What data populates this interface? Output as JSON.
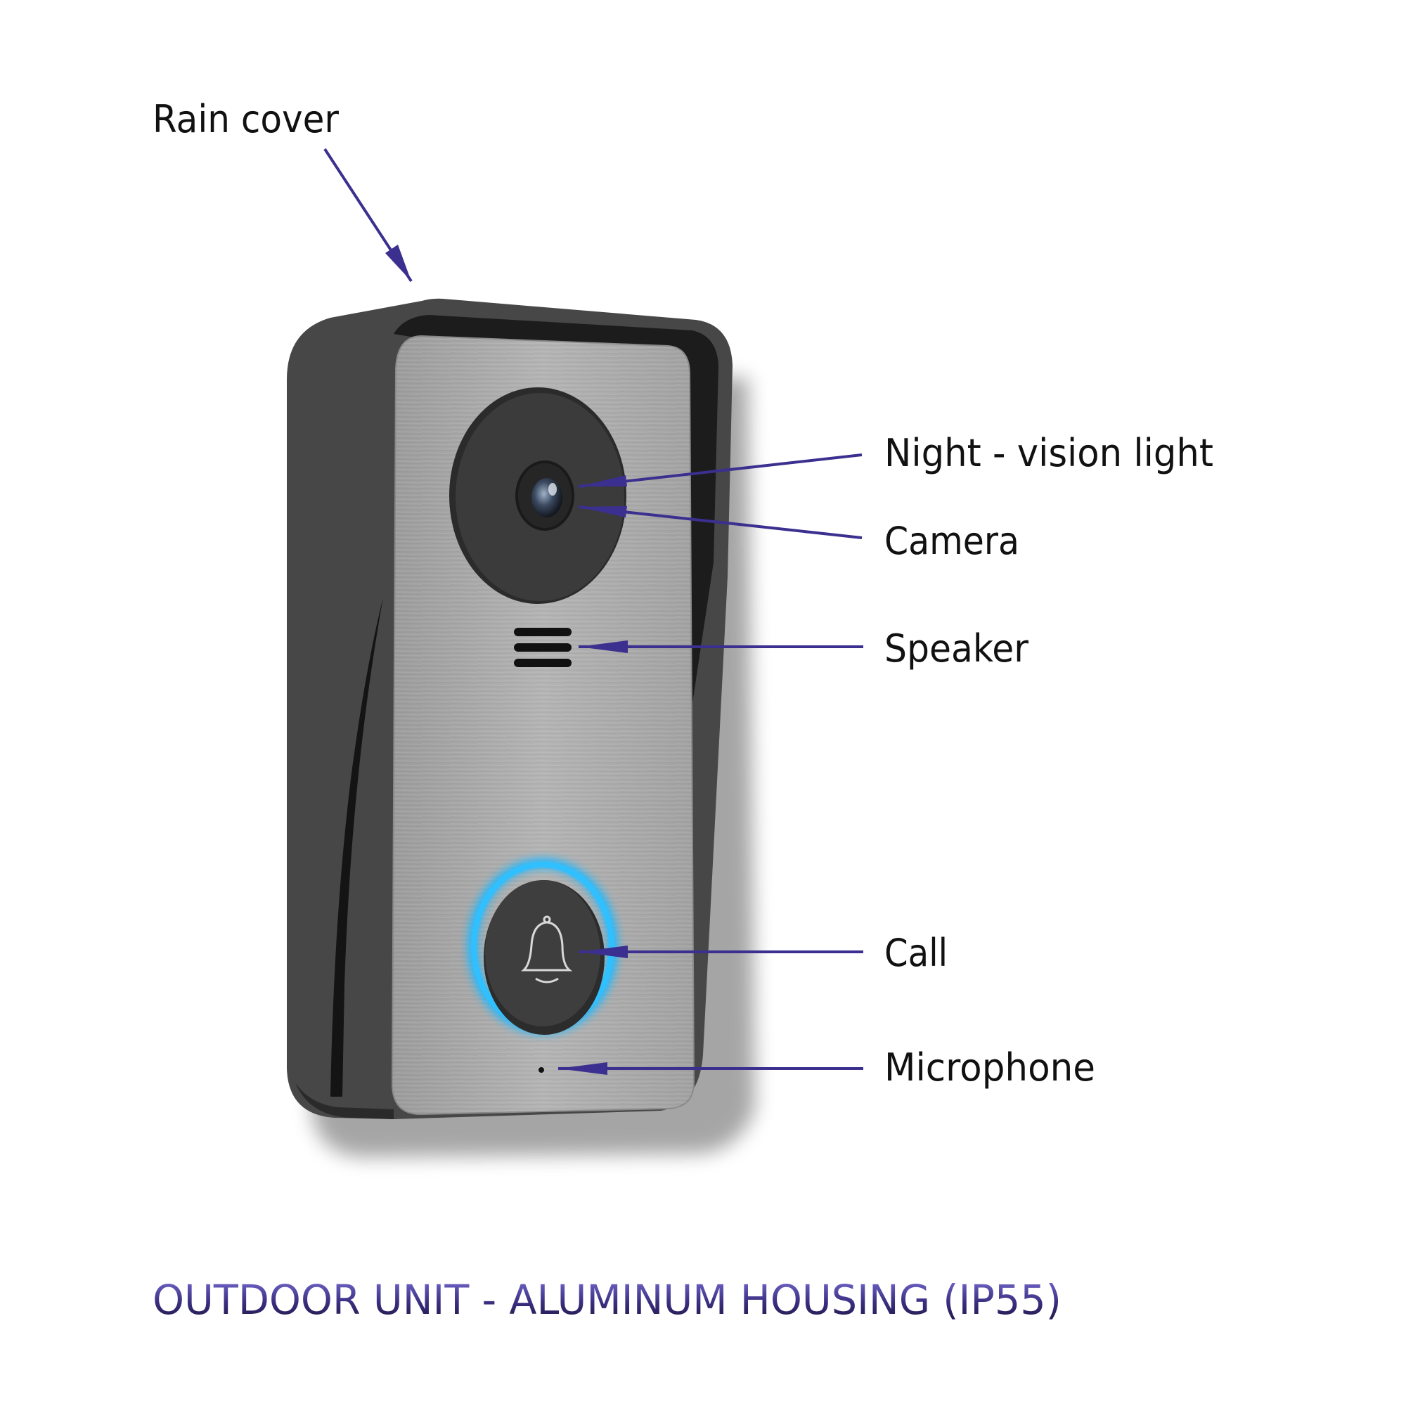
{
  "labels": {
    "rain_cover": "Rain cover",
    "night_vision": "Night - vision light",
    "camera": "Camera",
    "speaker": "Speaker",
    "call": "Call",
    "microphone": "Microphone"
  },
  "title": "OUTDOOR UNIT - ALUMINUM HOUSING (IP55)",
  "colors": {
    "leader": "#3b2f8f",
    "glow": "#1fb8ff",
    "housing": "#474747",
    "plate": "#adadad",
    "title_top": "#7a6fd6",
    "title_bottom": "#1c1540"
  }
}
